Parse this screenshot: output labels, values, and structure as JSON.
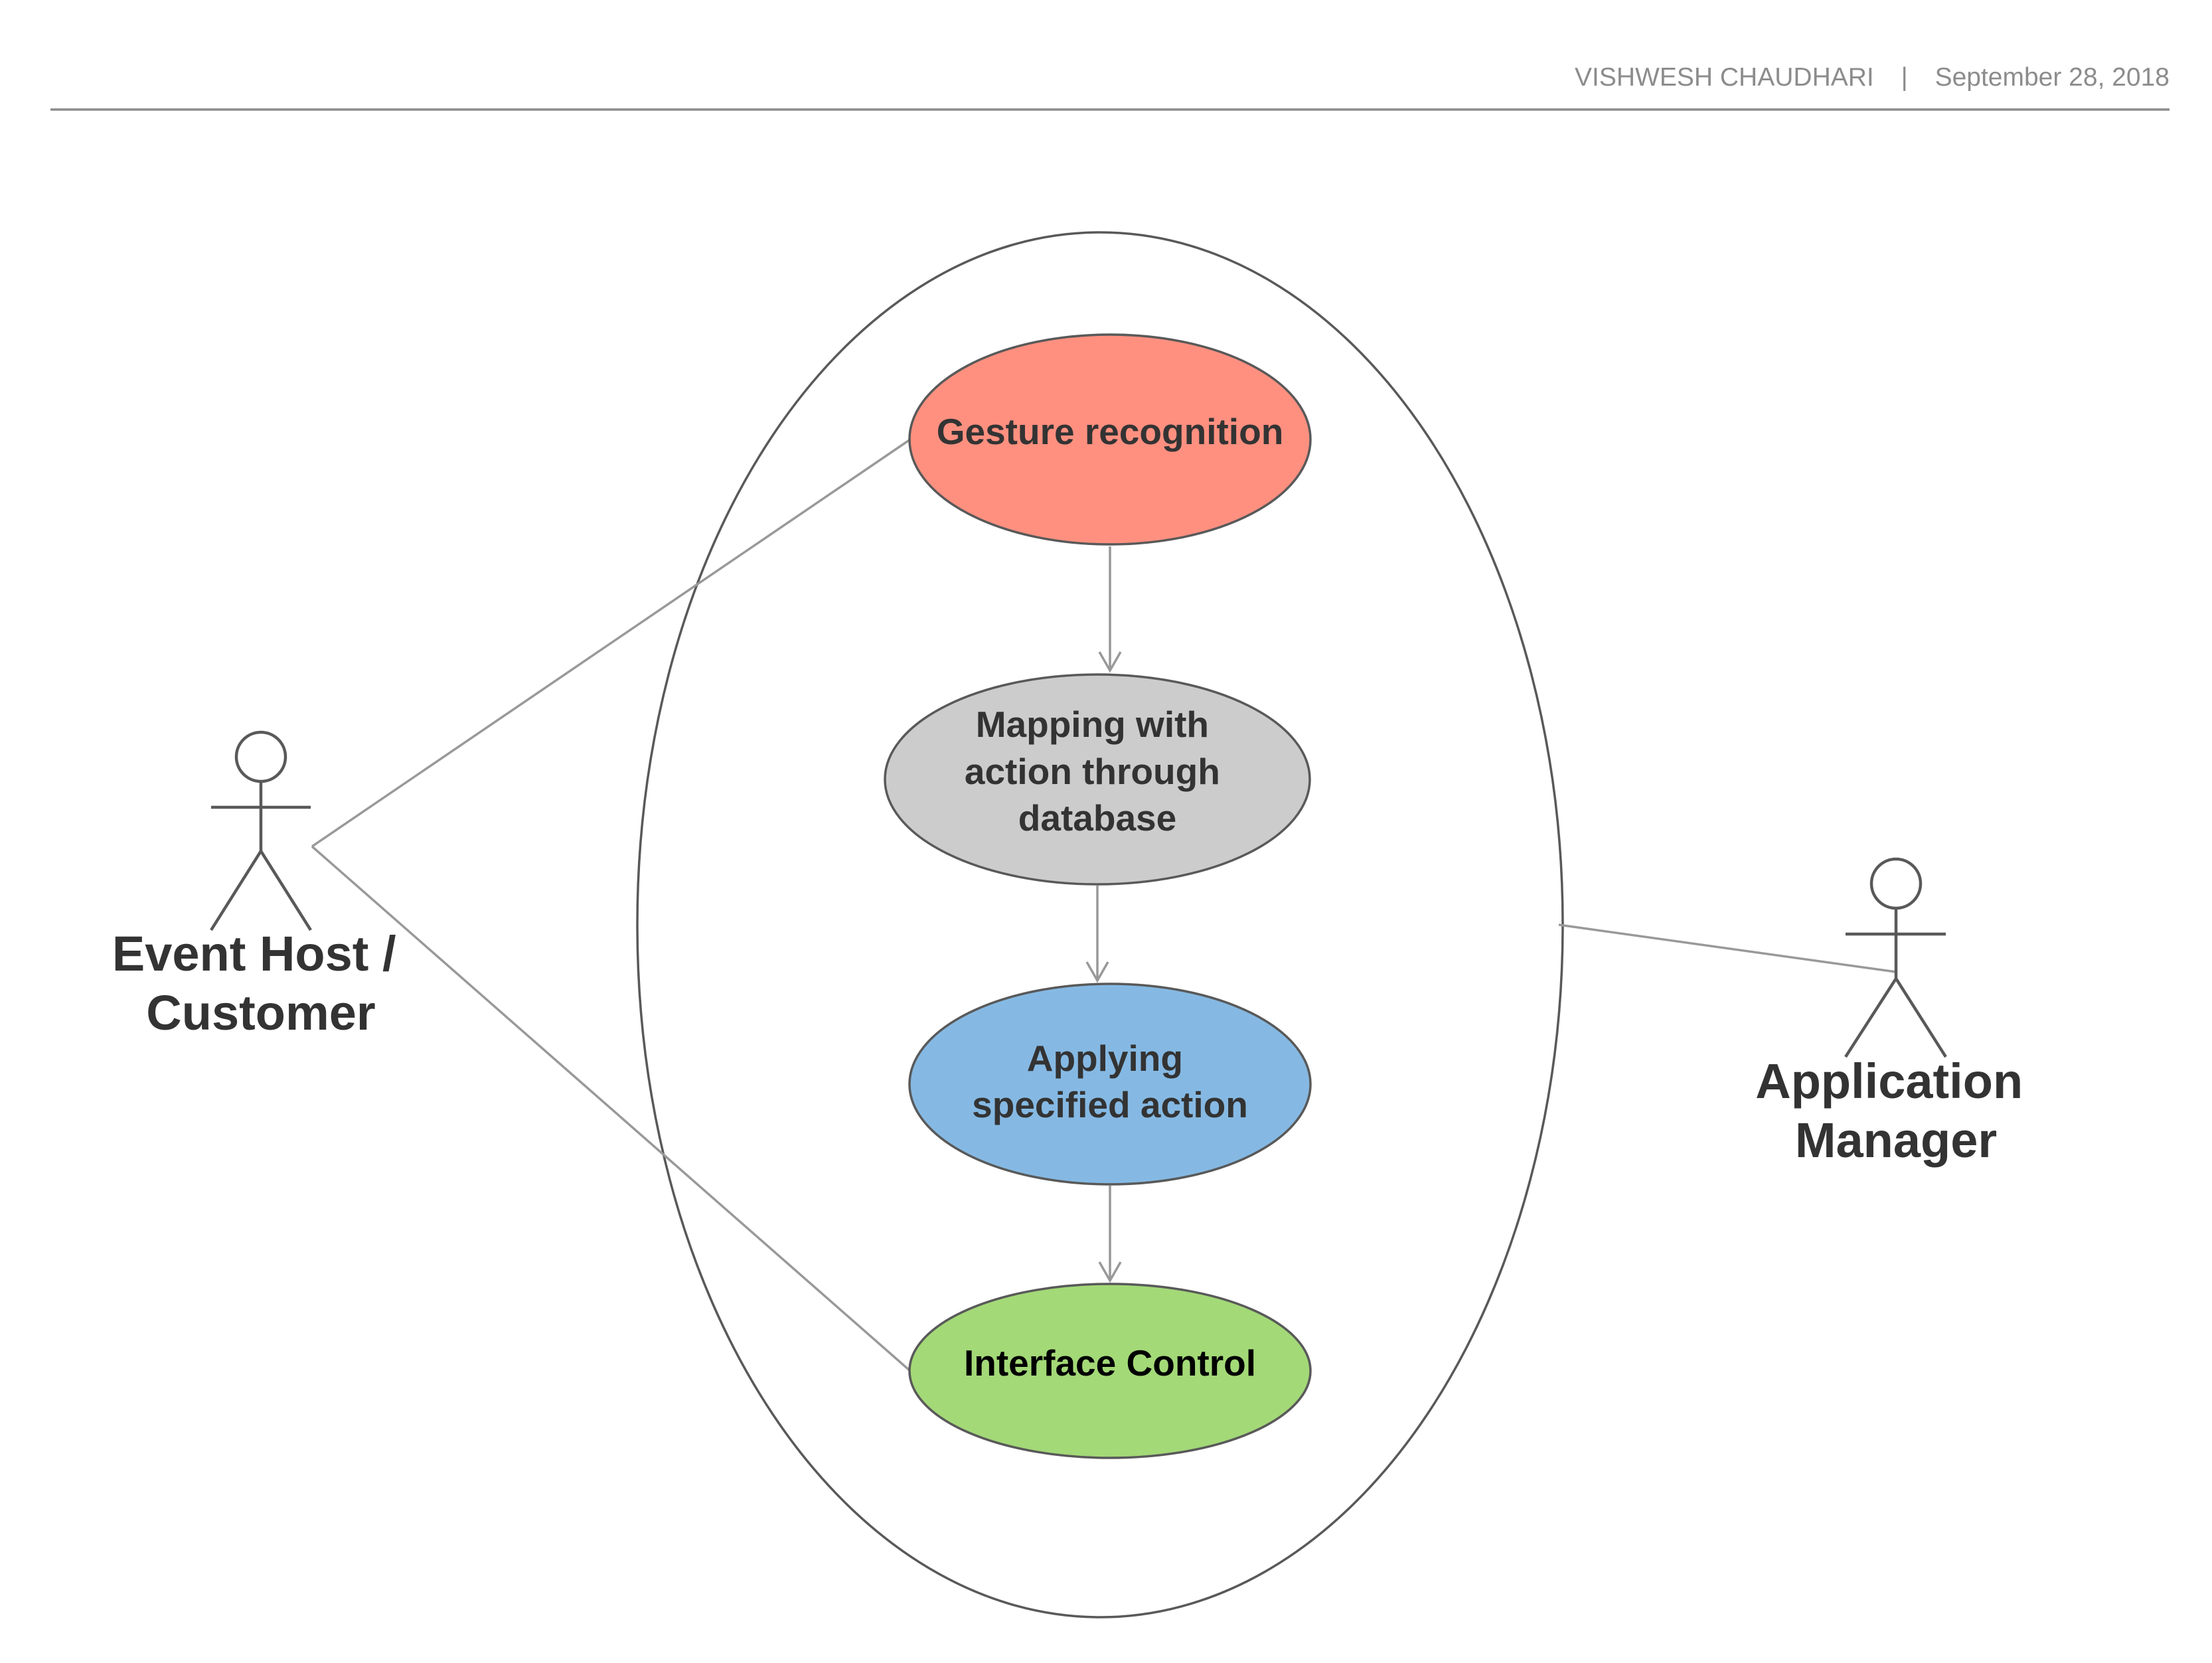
{
  "header": {
    "author": "VISHWESH CHAUDHARI",
    "separator": "|",
    "date": "September 28, 2018"
  },
  "actors": {
    "left": {
      "label_line1": "Event Host /",
      "label_line2": "Customer"
    },
    "right": {
      "label_line1": "Application",
      "label_line2": "Manager"
    }
  },
  "use_cases": {
    "gesture": {
      "line1": "Gesture recognition",
      "color": "#ff9080"
    },
    "mapping": {
      "line1": "Mapping with",
      "line2": "action  through",
      "line3": "database",
      "color": "#cccccc"
    },
    "applying": {
      "line1": "Applying",
      "line2": "specified action",
      "color": "#85b9e3"
    },
    "interface": {
      "line1": "Interface Control",
      "color": "#a3d977"
    }
  },
  "colors": {
    "line": "#999999",
    "outline": "#595959",
    "text": "#333333"
  }
}
